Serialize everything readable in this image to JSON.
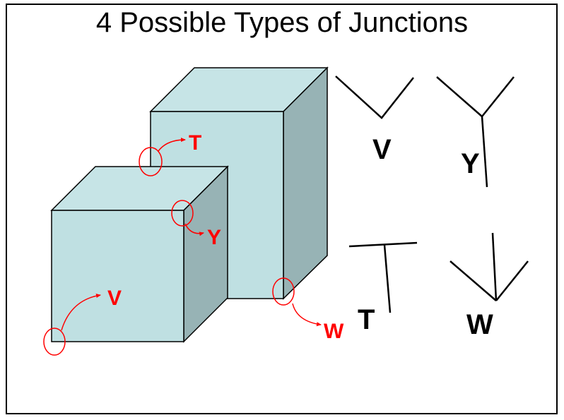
{
  "title": "4 Possible Types of Junctions",
  "colors": {
    "cube_front": "#bfe0e2",
    "cube_side": "#97b3b5",
    "cube_top": "#c6e4e6",
    "annotation": "#ff0000",
    "line": "#000000"
  },
  "annotations": [
    {
      "label": "T"
    },
    {
      "label": "Y"
    },
    {
      "label": "V"
    },
    {
      "label": "W"
    }
  ],
  "junction_examples": [
    {
      "label": "V"
    },
    {
      "label": "Y"
    },
    {
      "label": "T"
    },
    {
      "label": "W"
    }
  ]
}
